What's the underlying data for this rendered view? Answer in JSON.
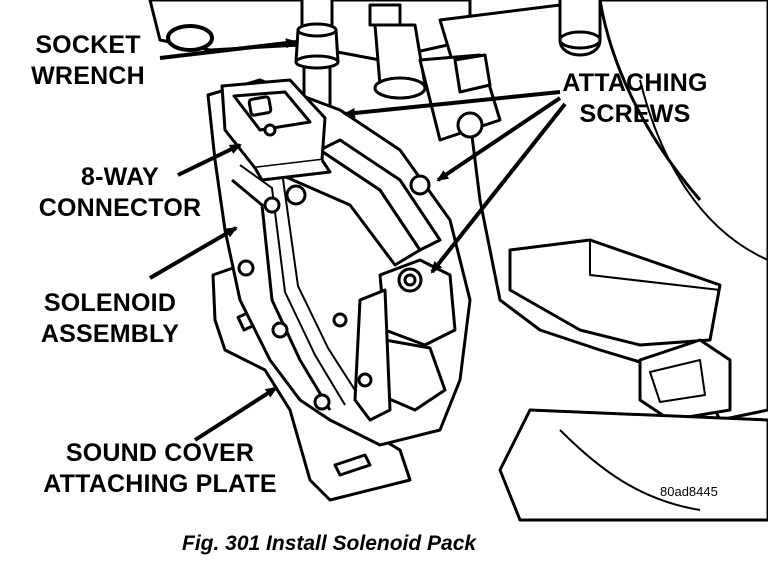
{
  "figure": {
    "caption": "Fig. 301 Install Solenoid Pack",
    "reference_code": "80ad8445"
  },
  "labels": {
    "socket_wrench": {
      "line1": "SOCKET",
      "line2": "WRENCH"
    },
    "attaching_screws": {
      "line1": "ATTACHING",
      "line2": "SCREWS"
    },
    "connector": {
      "line1": "8-WAY",
      "line2": "CONNECTOR"
    },
    "solenoid_assembly": {
      "line1": "SOLENOID",
      "line2": "ASSEMBLY"
    },
    "sound_cover_plate": {
      "line1": "SOUND COVER",
      "line2": "ATTACHING PLATE"
    }
  }
}
